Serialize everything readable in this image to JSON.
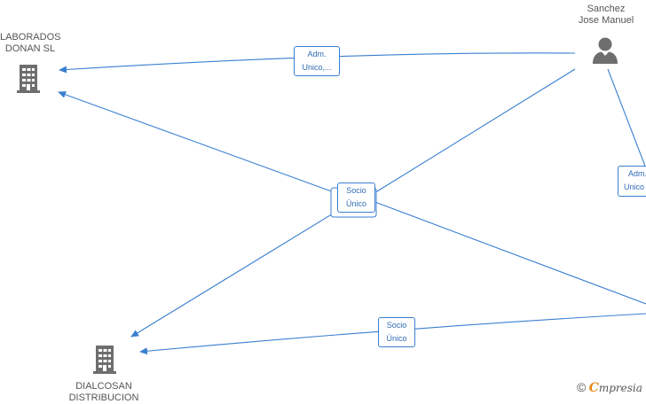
{
  "nodes": {
    "laborados": {
      "line1": "LABORADOS",
      "line2": "DONAN  SL",
      "icon": "building-icon"
    },
    "dialcosan": {
      "line1": "DIALCOSAN",
      "line2": "DISTRIBUCION",
      "icon": "building-icon"
    },
    "sanchez": {
      "line1": "Sanchez",
      "line2": "Jose Manuel",
      "icon": "person-icon"
    }
  },
  "edges": {
    "adm_unico_top": {
      "line1": "Adm.",
      "line2": "Unico,..."
    },
    "socio_unico_center": {
      "line1": "Socio",
      "line2": "Único"
    },
    "socio_unico_bottom": {
      "line1": "Socio",
      "line2": "Único"
    },
    "adm_unico_right": {
      "line1": "Adm.",
      "line2": "Unico"
    }
  },
  "colors": {
    "edge": "#3a7fd0",
    "icon": "#6e6e6e",
    "brand_accent": "#e8891c"
  },
  "brand": {
    "copyright": "©",
    "initial": "C",
    "name": "mpresia"
  }
}
